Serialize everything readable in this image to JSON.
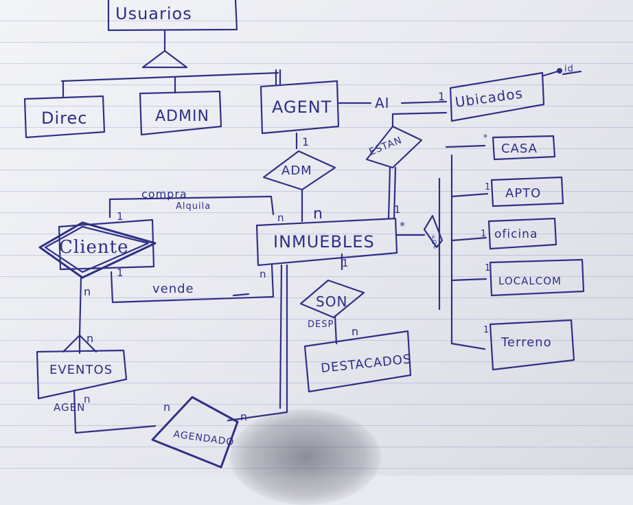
{
  "entities": {
    "usuarios": "Usuarios",
    "direc": "Direc",
    "admin": "ADMIN",
    "agent": "AGENT",
    "ubicados": "Ubicados",
    "inmuebles": "INMUEBLES",
    "cliente": "Cliente",
    "eventos": "EVENTOS",
    "destacados": "DESTACADOS",
    "casa": "CASA",
    "apto": "APTO",
    "oficina": "oficina",
    "localcom": "LOCALCOM",
    "terreno": "Terreno"
  },
  "relationships": {
    "adm": "ADM",
    "estan": "ESTAN",
    "son": "SON",
    "agendado": "AGENDADO",
    "sol": "SOL"
  },
  "labels": {
    "ai": "AI",
    "compra": "compra",
    "alquila": "Alquila",
    "vende": "vende",
    "desp": "DESP",
    "agen": "AGEN",
    "id": "id"
  },
  "cardinalities": {
    "agent_ubicados": "1",
    "agent_adm": "1",
    "adm_inmuebles": "n",
    "cliente_compra": "1",
    "inmuebles_compra": "n",
    "cliente_vende": "1",
    "inmuebles_vende": "n",
    "cliente_eventos_top": "n",
    "cliente_eventos_bottom": "n",
    "eventos_agen": "n",
    "agendado_left": "n",
    "agendado_right": "n",
    "inmuebles_son": "1",
    "son_destacados": "n",
    "estan_inmuebles": "1",
    "inmuebles_sol": "*",
    "casa": "*",
    "apto": "1",
    "oficina": "1",
    "localcom": "1",
    "terreno": "1"
  },
  "colors": {
    "ink": "#2e2f86",
    "paper": "#eceef3",
    "rule": "#8c9bc6"
  }
}
